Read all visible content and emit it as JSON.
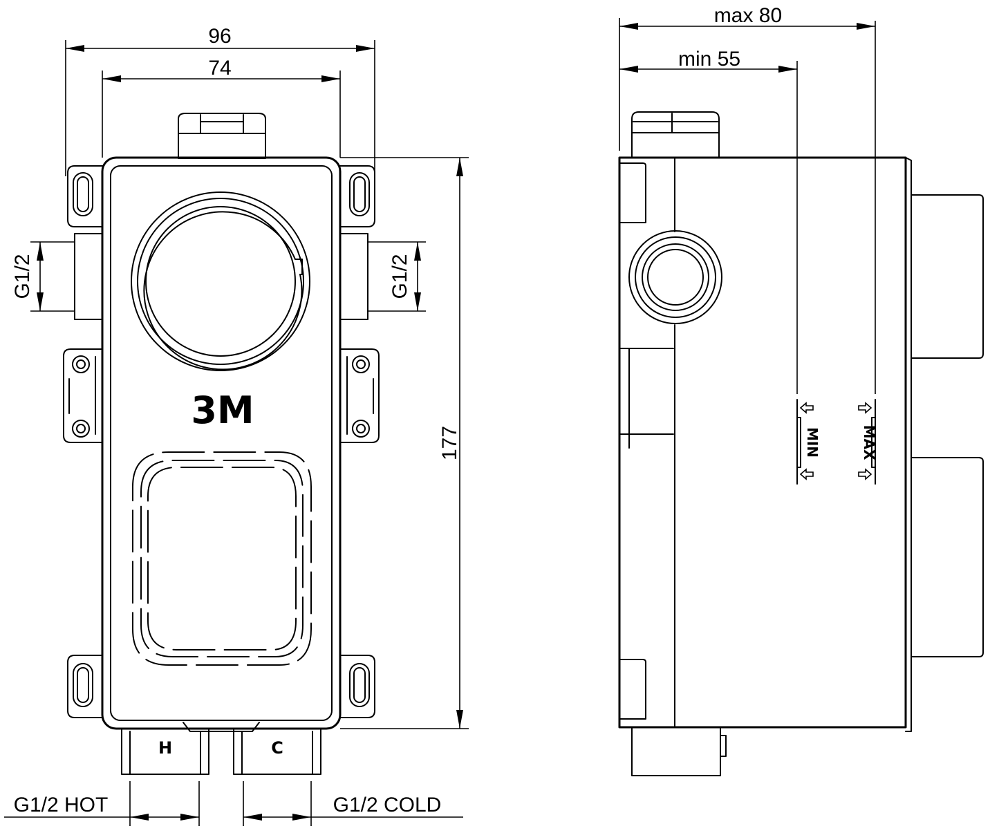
{
  "front_view": {
    "logo": "3M",
    "dim_width_outer": "96",
    "dim_width_inner": "74",
    "dim_height": "177",
    "thread_left": "G1/2",
    "thread_right": "G1/2",
    "port_hot_marking": "H",
    "port_cold_marking": "C",
    "label_hot": "G1/2 HOT",
    "label_cold": "G1/2 COLD"
  },
  "side_view": {
    "dim_max": "max  80",
    "dim_min": "min  55",
    "mark_min": "MIN",
    "mark_max": "MAX"
  }
}
